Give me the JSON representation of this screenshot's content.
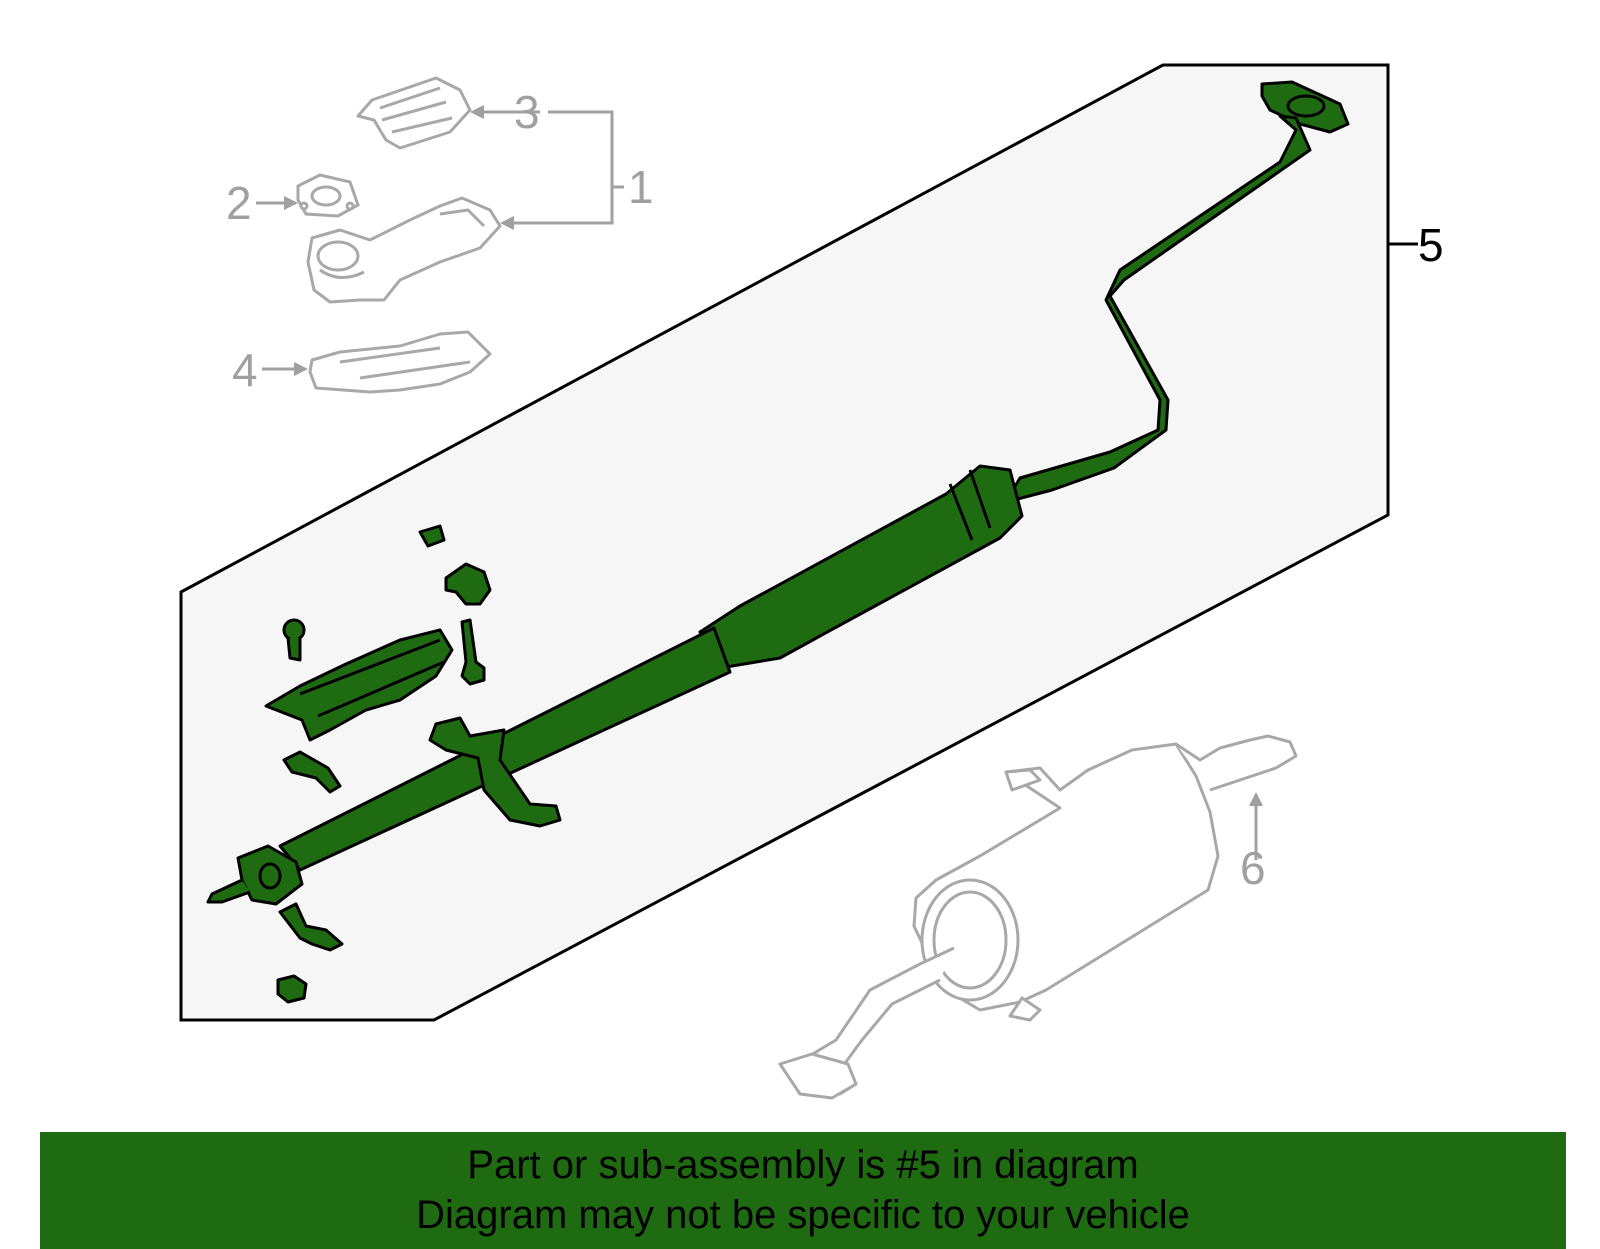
{
  "callouts": [
    {
      "id": "1",
      "label": "1",
      "highlighted": false
    },
    {
      "id": "2",
      "label": "2",
      "highlighted": false
    },
    {
      "id": "3",
      "label": "3",
      "highlighted": false
    },
    {
      "id": "4",
      "label": "4",
      "highlighted": false
    },
    {
      "id": "5",
      "label": "5",
      "highlighted": true
    },
    {
      "id": "6",
      "label": "6",
      "highlighted": false
    }
  ],
  "colors": {
    "highlight_fill": "#1f6b12",
    "outline_dark": "#000000",
    "outline_grey": "#a8a8a8",
    "panel_bg": "#f6f6f6",
    "label_grey": "#a0a0a0",
    "banner_bg": "#1f6b12"
  },
  "banner": {
    "line1": "Part or sub-assembly is #5 in diagram",
    "line2": "Diagram may not be specific to your vehicle"
  }
}
